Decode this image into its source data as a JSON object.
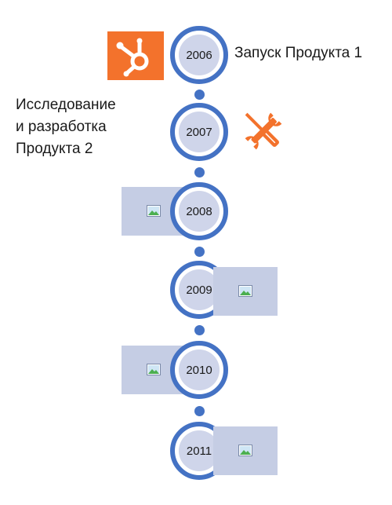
{
  "timeline": {
    "events": [
      {
        "year": "2006",
        "caption": "Запуск Продукта 1",
        "media": "hubspot-logo",
        "side": "left"
      },
      {
        "year": "2007",
        "caption_lines": [
          "Исследование",
          "и разработка",
          "Продукта 2"
        ],
        "media": "wrench-screwdriver-icon",
        "side": "right"
      },
      {
        "year": "2008",
        "media": "image-placeholder-icon",
        "side": "left"
      },
      {
        "year": "2009",
        "media": "image-placeholder-icon",
        "side": "right"
      },
      {
        "year": "2010",
        "media": "image-placeholder-icon",
        "side": "left"
      },
      {
        "year": "2011",
        "media": "image-placeholder-icon",
        "side": "right"
      }
    ]
  },
  "colors": {
    "ring": "#4472C4",
    "node_fill": "#CFD5EA",
    "placeholder": "#C5CDE4",
    "accent_orange": "#F3722C"
  }
}
